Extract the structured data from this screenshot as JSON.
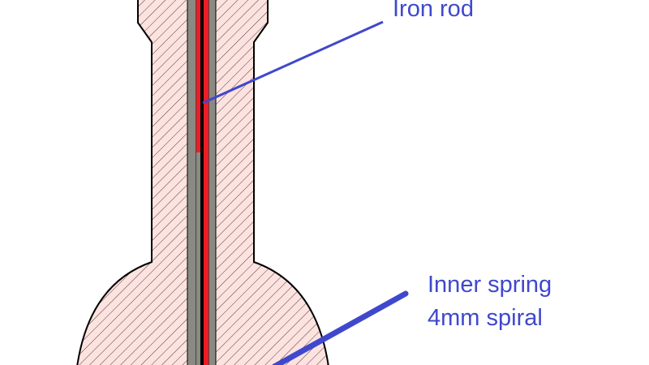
{
  "labels": {
    "iron_rod": "Iron rod",
    "inner_spring_line1": "Inner spring",
    "inner_spring_line2": "4mm spiral"
  },
  "colors": {
    "body_fill": "#fde3e0",
    "hatch": "#3a2a2a",
    "tube_grey": "#8a8a84",
    "spring_red": "#ee1c24",
    "rod_black": "#000000",
    "callout_blue": "#3f48cc"
  }
}
